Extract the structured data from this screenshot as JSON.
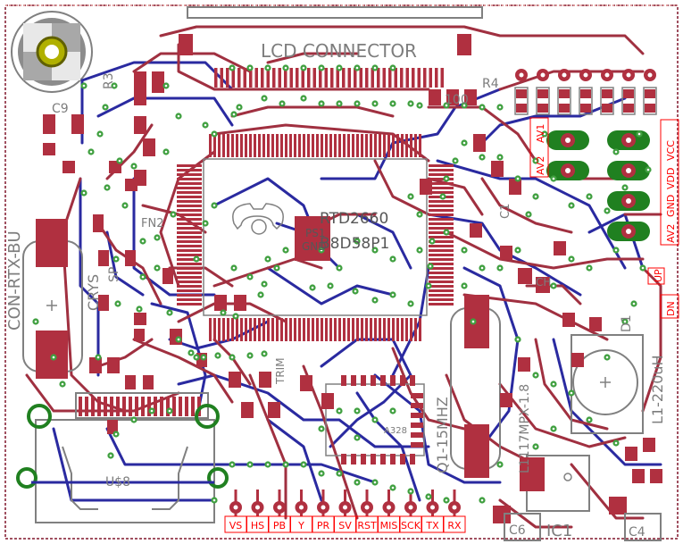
{
  "colors": {
    "board": "#ffffff",
    "outline": "#a05060",
    "top_copper": "#a03040",
    "bottom_copper": "#2020a0",
    "pad": "#b03040",
    "via": "#40a040",
    "silk": "#808080",
    "accent_red": "#ff0000",
    "ground_pad": "#208020"
  },
  "labels": {
    "lcd_connector": "LCD CONNECTOR",
    "chip_name": "RTD2660",
    "chip_part": "B8D58P1",
    "psi": "PS1",
    "gnd": "GND",
    "fn2": "FN2",
    "sp": "SP",
    "crys": "CRYS",
    "crystal_freq": "Q1-15MHZ",
    "u8": "U$8",
    "ic1": "IC1",
    "c4": "C4",
    "c6": "C6",
    "c9": "C9",
    "r3": "R3",
    "l1": "L1-220uH",
    "d1": "D1",
    "ch": "CH",
    "left_vertical": "CON-RTX-BU",
    "mpx": "L1117MPX-1.8",
    "a328": "A328",
    "mid_num": "100",
    "trim": "TRIM",
    "txt_r4": "R4",
    "txt_c1": "C1",
    "txt_up": "UP",
    "txt_dn": "DN"
  },
  "header_pins": [
    "VS",
    "HS",
    "PB",
    "Y",
    "PR",
    "SV",
    "RST",
    "MIS",
    "SCK",
    "TX",
    "RX"
  ],
  "right_labels": [
    "AV2",
    "GND",
    "VDD",
    "VCC",
    "UP",
    "DN"
  ],
  "right_block_labels": [
    "AV1",
    "AV2"
  ],
  "icons": {
    "top_left": "mount-hole-icon",
    "logo": "oshw-logo-icon",
    "right_bottom": "inductor-icon"
  }
}
